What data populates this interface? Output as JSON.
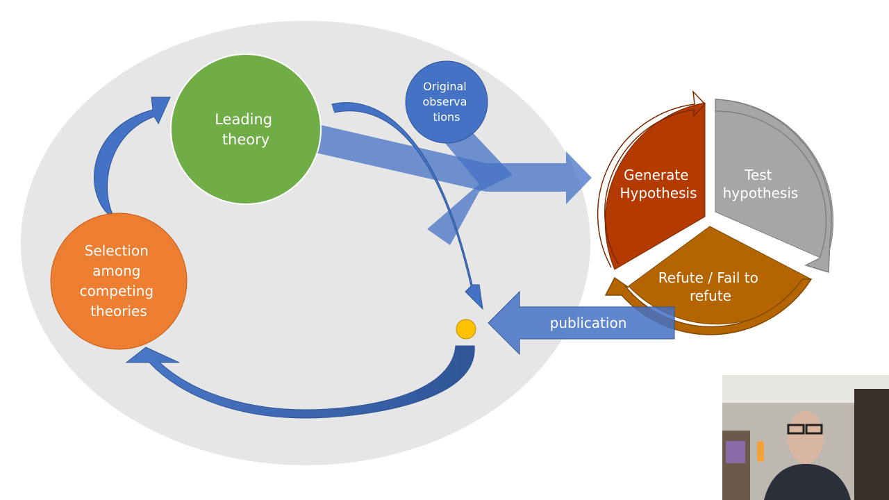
{
  "diagram": {
    "leading_theory": [
      "Leading",
      "theory"
    ],
    "original_observations": [
      "Original",
      "observa",
      "tions"
    ],
    "selection": [
      "Selection",
      "among",
      "competing",
      "theories"
    ],
    "generate_hypothesis": [
      "Generate",
      "Hypothesis"
    ],
    "test_hypothesis": [
      "Test",
      "hypothesis"
    ],
    "refute": [
      "Refute / Fail to",
      "refute"
    ],
    "publication": "publication"
  },
  "colors": {
    "ellipse": "#e6e6e6",
    "leading_theory": "#70ad47",
    "selection": "#ed7d31",
    "observations": "#4472c4",
    "arrow_blue": "#4472c4",
    "generate": "#b33a00",
    "test": "#a6a6a6",
    "refute": "#b46500",
    "dot": "#ffc000"
  },
  "webcam": {
    "present": true
  }
}
